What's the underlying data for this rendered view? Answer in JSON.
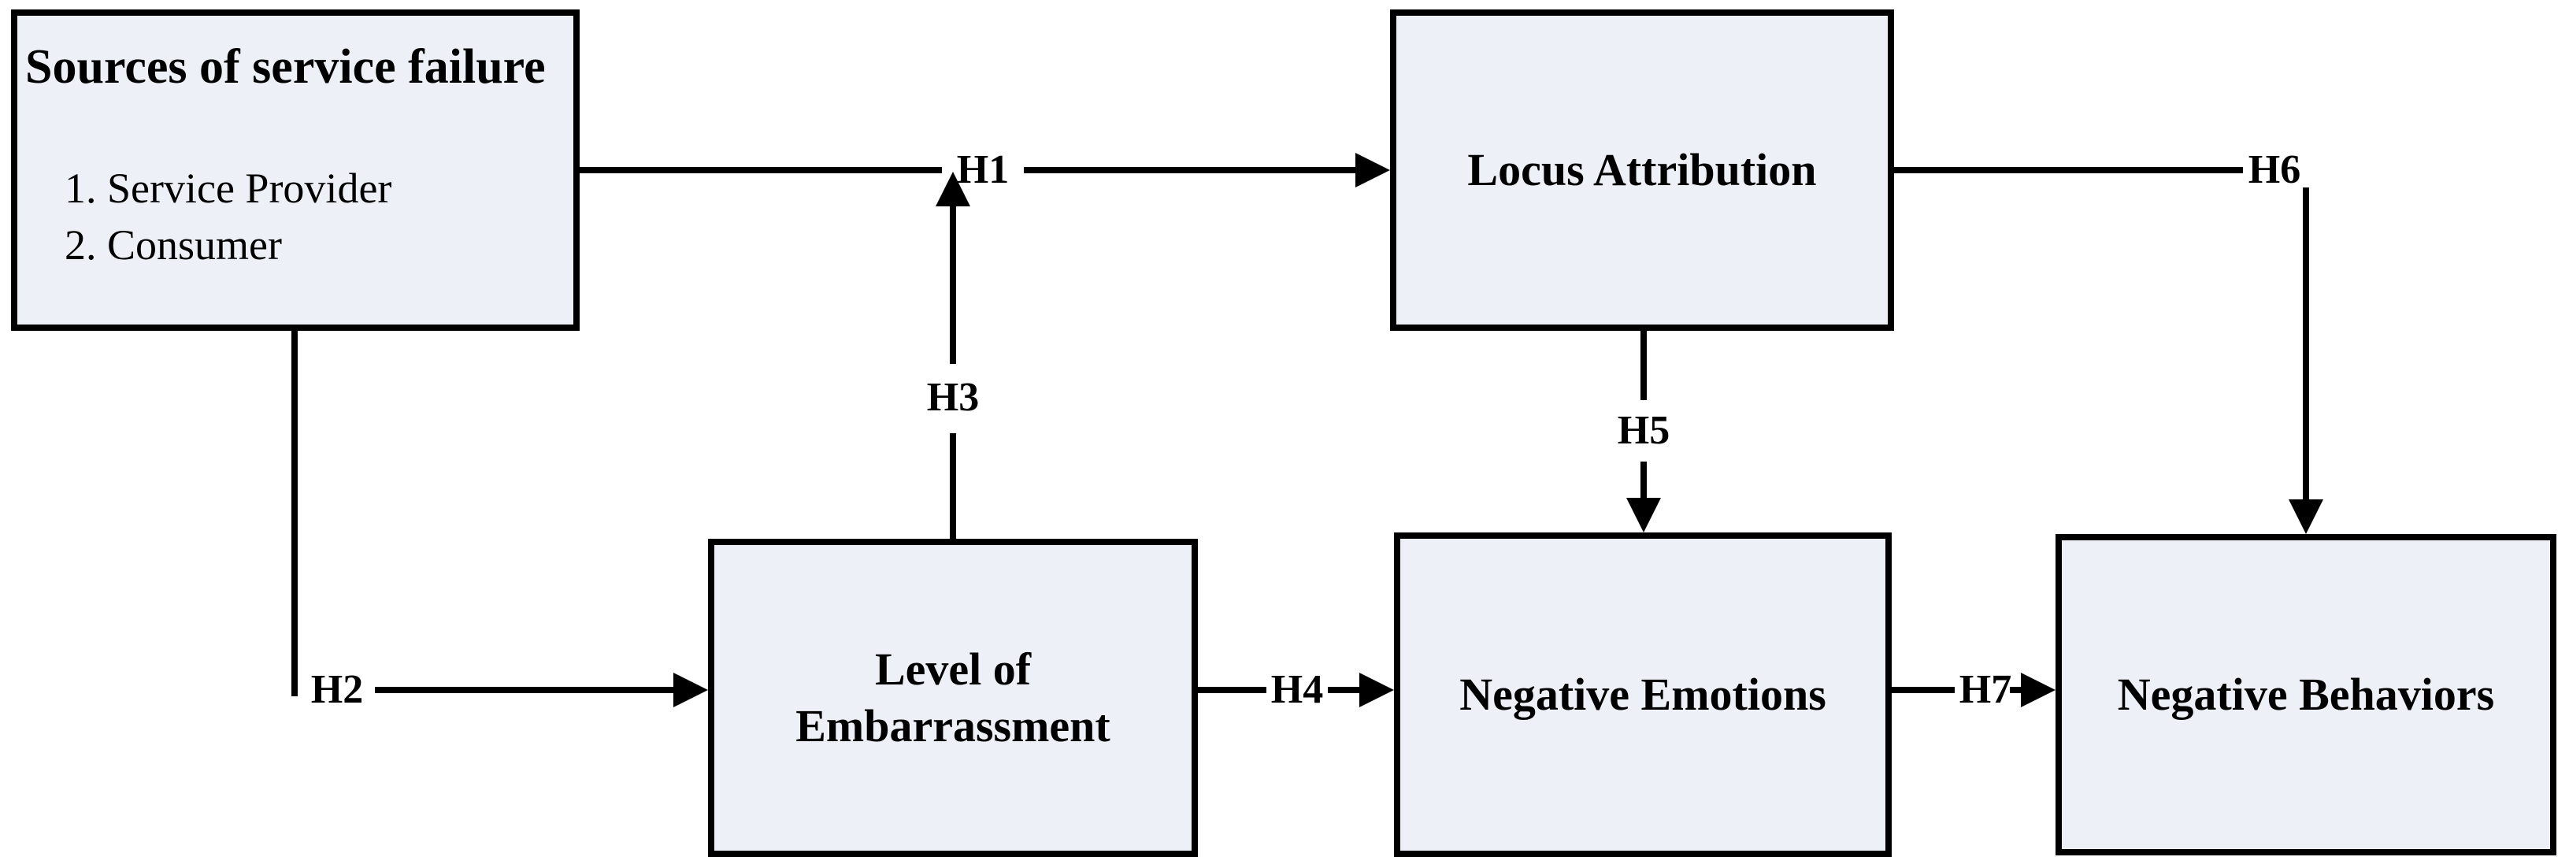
{
  "figure": {
    "background": "#ffffff",
    "box_fill": "#edf0f6",
    "line_color": "#000000"
  },
  "boxes": {
    "sources": {
      "title": "Sources of service failure",
      "item1": "1. Service Provider",
      "item2": "2. Consumer"
    },
    "locus": {
      "label": "Locus Attribution"
    },
    "embarrassment": {
      "line1": "Level of",
      "line2": "Embarrassment"
    },
    "emotions": {
      "label": "Negative Emotions"
    },
    "behaviors": {
      "label": "Negative Behaviors"
    }
  },
  "connectors": {
    "h1": {
      "label": "H1",
      "from": "sources",
      "to": "locus",
      "shape": "horizontal-arrow"
    },
    "h2": {
      "label": "H2",
      "from": "sources",
      "to": "embarrassment",
      "shape": "elbow-down-right-arrow"
    },
    "h3": {
      "label": "H3",
      "from": "embarrassment",
      "to": "h1-line",
      "shape": "vertical-up-arrow"
    },
    "h4": {
      "label": "H4",
      "from": "embarrassment",
      "to": "emotions",
      "shape": "horizontal-arrow"
    },
    "h5": {
      "label": "H5",
      "from": "locus",
      "to": "emotions",
      "shape": "vertical-down-arrow"
    },
    "h6": {
      "label": "H6",
      "from": "locus",
      "to": "behaviors",
      "shape": "elbow-right-down-arrow"
    },
    "h7": {
      "label": "H7",
      "from": "emotions",
      "to": "behaviors",
      "shape": "horizontal-arrow"
    }
  }
}
